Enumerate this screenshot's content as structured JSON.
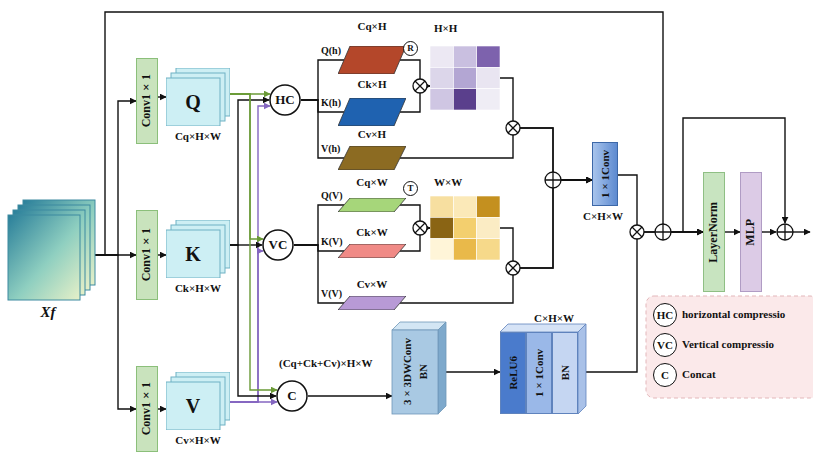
{
  "diagram": {
    "nodes": [
      {
        "text": [
          "Xf"
        ]
      },
      {
        "text": [
          "Conv1×1"
        ]
      },
      {
        "text": [
          "Conv1×1"
        ]
      },
      {
        "text": [
          "Conv1×1"
        ]
      },
      {
        "text": [
          "Q",
          "Cq×H×W"
        ]
      },
      {
        "text": [
          "K",
          "Ck×H×W"
        ]
      },
      {
        "text": [
          "V",
          "Cv×H×W"
        ]
      },
      {
        "text": [
          "HC"
        ]
      },
      {
        "text": [
          "VC"
        ]
      },
      {
        "text": [
          "C"
        ]
      },
      {
        "text": [
          "Cq×H"
        ]
      },
      {
        "text": [
          "Ck×H"
        ]
      },
      {
        "text": [
          "Cv×H"
        ]
      },
      {
        "text": [
          "H×H"
        ]
      },
      {
        "text": [
          "Cq×W"
        ]
      },
      {
        "text": [
          "Ck×W"
        ]
      },
      {
        "text": [
          "Cv×W"
        ]
      },
      {
        "text": [
          "W×W"
        ]
      },
      {
        "text": [
          "1×1Conv",
          "C×H×W"
        ]
      },
      {
        "text": [
          "3×3DWConv",
          "BN"
        ]
      },
      {
        "text": [
          "C×H×W",
          "ReLU6",
          "1×1Conv",
          "BN"
        ]
      },
      {
        "text": [
          "LayerNorm"
        ]
      },
      {
        "text": [
          "MLP"
        ]
      }
    ],
    "edges": [
      {
        "from": 0,
        "to": 1,
        "arrow": "to"
      },
      {
        "from": 0,
        "to": 2,
        "arrow": "to"
      },
      {
        "from": 0,
        "to": 3,
        "arrow": "to"
      },
      {
        "from": 1,
        "to": 4,
        "arrow": "to"
      },
      {
        "from": 2,
        "to": 5,
        "arrow": "to"
      },
      {
        "from": 3,
        "to": 6,
        "arrow": "to"
      },
      {
        "from": 4,
        "to": 7,
        "arrow": "to"
      },
      {
        "from": 5,
        "to": 7,
        "arrow": "to"
      },
      {
        "from": 6,
        "to": 7,
        "arrow": "to"
      },
      {
        "from": 4,
        "to": 8,
        "arrow": "to"
      },
      {
        "from": 5,
        "to": 8,
        "arrow": "to"
      },
      {
        "from": 6,
        "to": 8,
        "arrow": "to"
      },
      {
        "from": 4,
        "to": 9,
        "arrow": "to"
      },
      {
        "from": 5,
        "to": 9,
        "arrow": "to"
      },
      {
        "from": 6,
        "to": 9,
        "arrow": "to"
      },
      {
        "from": 7,
        "to": 10,
        "label": "Q(h)",
        "arrow": "none"
      },
      {
        "from": 7,
        "to": 11,
        "label": "K(h)",
        "arrow": "none"
      },
      {
        "from": 7,
        "to": 12,
        "label": "V(h)",
        "arrow": "none"
      },
      {
        "from": 8,
        "to": 14,
        "label": "Q(V)",
        "arrow": "none"
      },
      {
        "from": 8,
        "to": 15,
        "label": "K(V)",
        "arrow": "none"
      },
      {
        "from": 8,
        "to": 16,
        "label": "V(V)",
        "arrow": "none"
      },
      {
        "from": 10,
        "to": 13,
        "arrow": "to"
      },
      {
        "from": 11,
        "to": 13,
        "arrow": "to"
      },
      {
        "from": 14,
        "to": 17,
        "arrow": "to"
      },
      {
        "from": 15,
        "to": 17,
        "arrow": "to"
      },
      {
        "from": 13,
        "to": 18,
        "arrow": "to"
      },
      {
        "from": 12,
        "to": 18,
        "arrow": "to"
      },
      {
        "from": 17,
        "to": 18,
        "arrow": "to"
      },
      {
        "from": 16,
        "to": 18,
        "arrow": "to"
      },
      {
        "from": 9,
        "to": 19,
        "arrow": "to"
      },
      {
        "from": 19,
        "to": 20,
        "arrow": "to"
      },
      {
        "from": 18,
        "to": 21,
        "arrow": "to"
      },
      {
        "from": 20,
        "to": 21,
        "arrow": "to"
      },
      {
        "from": 0,
        "to": 21,
        "arrow": "to"
      },
      {
        "from": 21,
        "to": 22,
        "arrow": "to"
      }
    ],
    "labels": [
      "R",
      "T",
      "(Cq+Ck+Cv)×H×W",
      "HC",
      "VC",
      "C"
    ],
    "legend": [
      {
        "text": "horizontal compressio"
      },
      {
        "text": "Vertical compressio"
      },
      {
        "text": "Concat"
      }
    ]
  }
}
